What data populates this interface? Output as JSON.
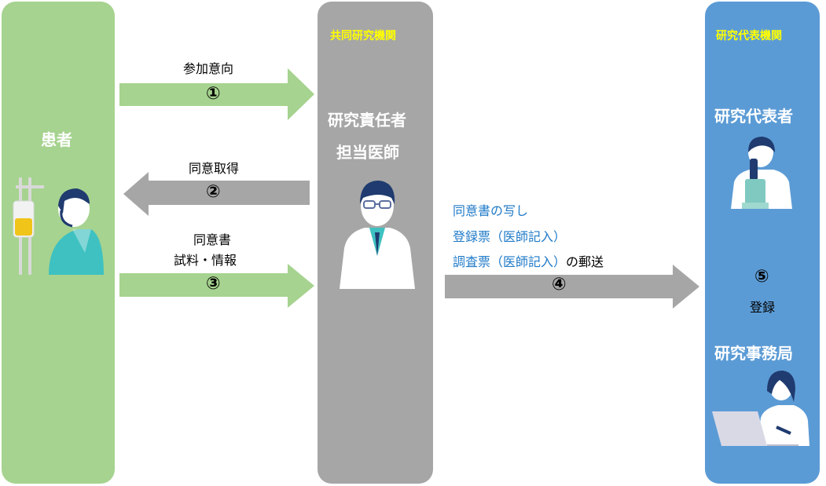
{
  "patient": {
    "title": "患者"
  },
  "joint": {
    "header": "共同研究機関",
    "role_line1": "研究責任者",
    "role_line2": "担当医師"
  },
  "rep": {
    "header": "研究代表機関",
    "role1": "研究代表者",
    "step_num": "⑤",
    "step_label": "登録",
    "role2": "研究事務局"
  },
  "arrows": {
    "a1": {
      "label": "参加意向",
      "num": "①"
    },
    "a2": {
      "label": "同意取得",
      "num": "②"
    },
    "a3": {
      "label_line1": "同意書",
      "label_line2": "試料・情報",
      "num": "③"
    },
    "a4": {
      "line1": "同意書の写し",
      "line2": "登録票（医師記入）",
      "line3_blue": "調査票（医師記入）",
      "line3_black": "の郵送",
      "num": "④"
    }
  },
  "colors": {
    "patient_bg": "#a6d38f",
    "joint_bg": "#a6a6a6",
    "rep_bg": "#5b9bd5",
    "green_arrow": "#a6d38f",
    "gray_arrow": "#a6a6a6",
    "header_yellow": "#ffff00",
    "text_blue": "#1f7ac8"
  },
  "icons": [
    "patient-iv-icon",
    "doctor-icon",
    "researcher-microscope-icon",
    "office-worker-laptop-icon"
  ]
}
